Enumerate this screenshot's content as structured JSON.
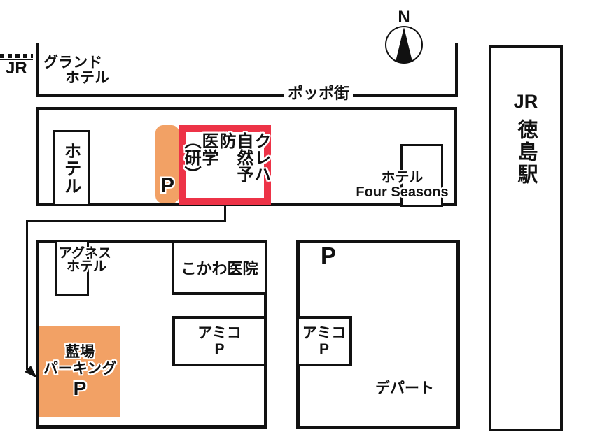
{
  "colors": {
    "orange": "#F2A165",
    "red": "#ED3347",
    "line": "#111111"
  },
  "railway": {
    "label": "JR"
  },
  "street": {
    "label": "ポッポ街"
  },
  "compass": {
    "north": "N"
  },
  "station": {
    "prefix": "JR",
    "name": "徳島駅"
  },
  "buildings": {
    "grand_hotel": {
      "line1": "グランド",
      "line2": "ホテル"
    },
    "hotel_west": {
      "label": "ホテル"
    },
    "parking_pill": {
      "label": "P"
    },
    "kureha": {
      "col1": "クレハ",
      "col2": "自然予防",
      "col3": "医学（研）"
    },
    "four_seasons": {
      "line1": "ホテル",
      "line2": "Four Seasons"
    },
    "agnes": {
      "line1": "アグネス",
      "line2": "ホテル"
    },
    "kokawa": {
      "label": "こかわ医院"
    },
    "amiko_left": {
      "line1": "アミコ",
      "line2": "P"
    },
    "amiko_right": {
      "line1": "アミコ",
      "line2": "P"
    },
    "aiba": {
      "line1": "藍場",
      "line2": "パーキング",
      "line3": "P"
    },
    "department": {
      "label": "デパート",
      "parking": "P"
    }
  }
}
